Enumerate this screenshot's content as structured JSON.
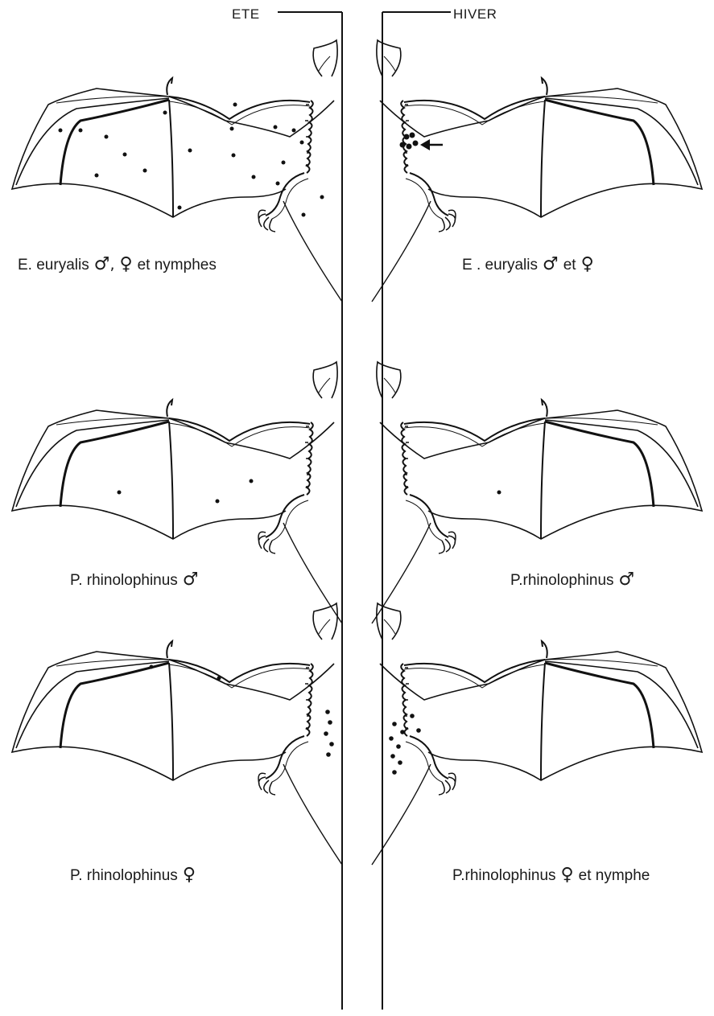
{
  "headers": {
    "summer": "ETE",
    "winter": "HIVER"
  },
  "panels": [
    {
      "id": "summer-1",
      "season": "summer",
      "species": "E. euryalis",
      "symbols": [
        "♂",
        "♀"
      ],
      "separator": ",",
      "suffix": "et nymphes",
      "mites": "many scattered over wing membranes and tail membrane"
    },
    {
      "id": "winter-1",
      "season": "winter",
      "species": "E . euryalis",
      "symbols": [
        "♂",
        "♀"
      ],
      "mid": "et",
      "mites": "cluster near body, arrow indicated"
    },
    {
      "id": "summer-2",
      "season": "summer",
      "species": "P. rhinolophinus",
      "symbols": [
        "♂"
      ],
      "mites": "few on wing membranes"
    },
    {
      "id": "winter-2",
      "season": "winter",
      "species": "P.rhinolophinus",
      "symbols": [
        "♂"
      ],
      "mites": "single on wing membrane"
    },
    {
      "id": "summer-3",
      "season": "summer",
      "species": "P. rhinolophinus",
      "symbols": [
        "♀"
      ],
      "mites": "few on wing membrane, group on tail membrane"
    },
    {
      "id": "winter-3",
      "season": "winter",
      "species": "P.rhinolophinus",
      "symbols": [
        "♀"
      ],
      "suffix": "et nymphe",
      "mites": "group on tail membrane"
    }
  ]
}
